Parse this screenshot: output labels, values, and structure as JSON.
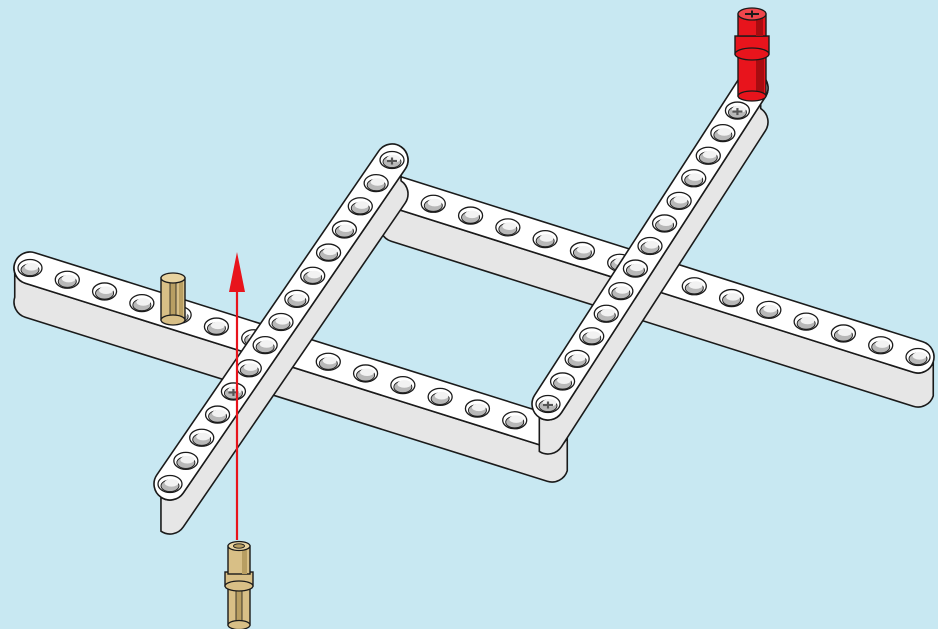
{
  "scene": {
    "background": "#C8E8F2",
    "beam_top_color": "#FFFFFF",
    "beam_side_color": "#E6E6E6",
    "outline_color": "#1A1A1A",
    "hole_inner_color": "#B8B8B8",
    "axle_hole_color": "#555555",
    "tan_pin_color": "#D8BF86",
    "tan_pin_shade": "#B89E62",
    "red_pin_color": "#E8141C",
    "red_pin_shade": "#A80C10",
    "arrow_color": "#E8141C",
    "parts": [
      {
        "name": "beam-top-horizontal",
        "type": "liftarm",
        "holes": 15
      },
      {
        "name": "beam-bottom-horizontal",
        "type": "liftarm",
        "holes": 15
      },
      {
        "name": "beam-left-diagonal",
        "type": "liftarm",
        "holes": 15
      },
      {
        "name": "beam-right-diagonal",
        "type": "liftarm",
        "holes": 15
      },
      {
        "name": "tan-axle-pin-placed",
        "type": "axle-pin",
        "color": "tan"
      },
      {
        "name": "tan-axle-pin-inserting",
        "type": "axle-pin",
        "color": "tan"
      },
      {
        "name": "red-axle-pin",
        "type": "axle-pin-with-friction",
        "color": "red"
      }
    ],
    "instruction": "insert-pin-upward"
  }
}
